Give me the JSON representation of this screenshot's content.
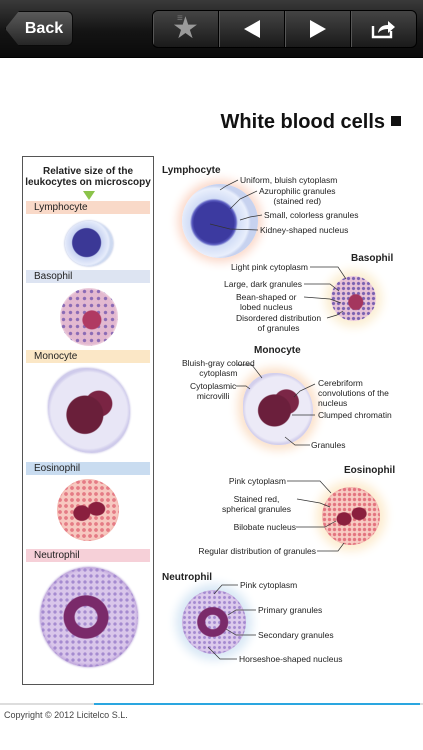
{
  "toolbar": {
    "back_label": "Back",
    "favorite_icon": "star-icon",
    "prev_icon": "triangle-left-icon",
    "next_icon": "triangle-right-icon",
    "share_icon": "share-icon"
  },
  "page": {
    "title": "White blood cells"
  },
  "left_panel": {
    "heading_line1": "Relative size of the",
    "heading_line2": "leukocytes on microscopy",
    "items": [
      {
        "label": "Lymphocyte",
        "color": "#f9d9c8"
      },
      {
        "label": "Basophil",
        "color": "#dde4f2"
      },
      {
        "label": "Monocyte",
        "color": "#fbe7c6"
      },
      {
        "label": "Eosinophil",
        "color": "#c9dcf0"
      },
      {
        "label": "Neutrophil",
        "color": "#f6d0d8"
      }
    ]
  },
  "diagram": {
    "lymphocyte": {
      "name": "Lymphocyte",
      "a1": "Uniform, bluish cytoplasm",
      "a2_line1": "Azurophilic granules",
      "a2_line2": "(stained red)",
      "a3": "Small, colorless granules",
      "a4": "Kidney-shaped nucleus"
    },
    "basophil": {
      "name": "Basophil",
      "a1": "Light pink cytoplasm",
      "a2": "Large, dark granules",
      "a3_line1": "Bean-shaped or",
      "a3_line2": "lobed nucleus",
      "a4_line1": "Disordered distribution",
      "a4_line2": "of granules"
    },
    "monocyte": {
      "name": "Monocyte",
      "a1_line1": "Bluish-gray colored",
      "a1_line2": "cytoplasm",
      "a2_line1": "Cytoplasmic",
      "a2_line2": "microvilli",
      "a3_line1": "Cerebriform",
      "a3_line2": "convolutions of the",
      "a3_line3": "nucleus",
      "a4": "Clumped chromatin",
      "a5": "Granules"
    },
    "eosinophil": {
      "name": "Eosinophil",
      "a1": "Pink cytoplasm",
      "a2_line1": "Stained red,",
      "a2_line2": "spherical granules",
      "a3": "Bilobate nucleus",
      "a4": "Regular distribution of granules"
    },
    "neutrophil": {
      "name": "Neutrophil",
      "a1": "Pink cytoplasm",
      "a2": "Primary granules",
      "a3": "Secondary granules",
      "a4": "Horseshoe-shaped nucleus"
    }
  },
  "footer": {
    "copyright": "Copyright © 2012 Licitelco S.L."
  }
}
